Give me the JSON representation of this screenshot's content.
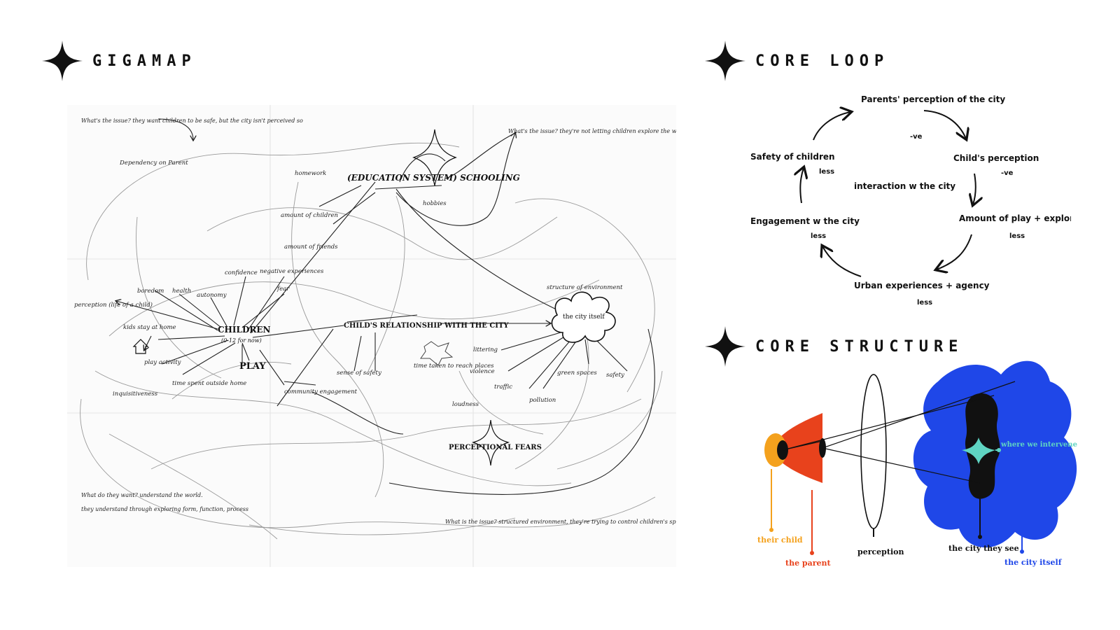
{
  "sections": {
    "gigamap": "GIGAMAP",
    "core_loop": "CORE LOOP",
    "core_structure": "CORE STRUCTURE"
  },
  "gigamap": {
    "center_nodes": {
      "education": "(EDUCATION SYSTEM) SCHOOLING",
      "children": "CHILDREN",
      "children_sub": "(0-12 for now)",
      "play": "PLAY",
      "relationship": "CHILD'S RELATIONSHIP WITH THE CITY",
      "city_itself": "the city itself",
      "perceptional_fears": "PERCEPTIONAL FEARS"
    },
    "nodes": [
      "Dependency on Parent",
      "homework",
      "hobbies",
      "amount of children",
      "amount of friends",
      "negative experiences",
      "fear",
      "confidence",
      "autonomy",
      "health",
      "boredom",
      "perception (life of a child)",
      "kids stay at home",
      "play activity",
      "time spent outside home",
      "inquisitiveness",
      "community engagement",
      "sense of safety",
      "littering",
      "violence",
      "traffic",
      "loudness",
      "pollution",
      "green spaces",
      "safety",
      "structure of environment",
      "time taken to reach places"
    ],
    "annotations": {
      "issue_top_left": "What's the issue? they want children to be safe, but the city isn't perceived so",
      "issue_top_right": "What's the issue? they're not letting children explore the world naturally",
      "want": "What do they want? understand the world.",
      "want_sub": "they understand through exploring form, function, process",
      "issue_bottom": "What is the issue? structured environment, they're trying to control children's spontaneity"
    }
  },
  "core_loop": {
    "center": "interaction w the city",
    "nodes": [
      {
        "label": "Parents' perception of the city",
        "tag": "-ve"
      },
      {
        "label": "Child's perception",
        "tag": "-ve"
      },
      {
        "label": "Amount of play + exploration",
        "tag": "less"
      },
      {
        "label": "Urban experiences + agency",
        "tag": "less"
      },
      {
        "label": "Engagement w the city",
        "tag": "less"
      },
      {
        "label": "Safety of children",
        "tag": "less"
      }
    ]
  },
  "core_structure": {
    "labels": {
      "their_child": "their child",
      "the_parent": "the parent",
      "perception": "perception",
      "city_they_see": "the city they see",
      "city_itself": "the city itself",
      "where_we_intervene": "where we intervene"
    },
    "colors": {
      "child": "#f4a11d",
      "parent": "#e8421c",
      "city": "#1f47e8",
      "intervene": "#5fd4c2",
      "ink": "#111111"
    }
  }
}
